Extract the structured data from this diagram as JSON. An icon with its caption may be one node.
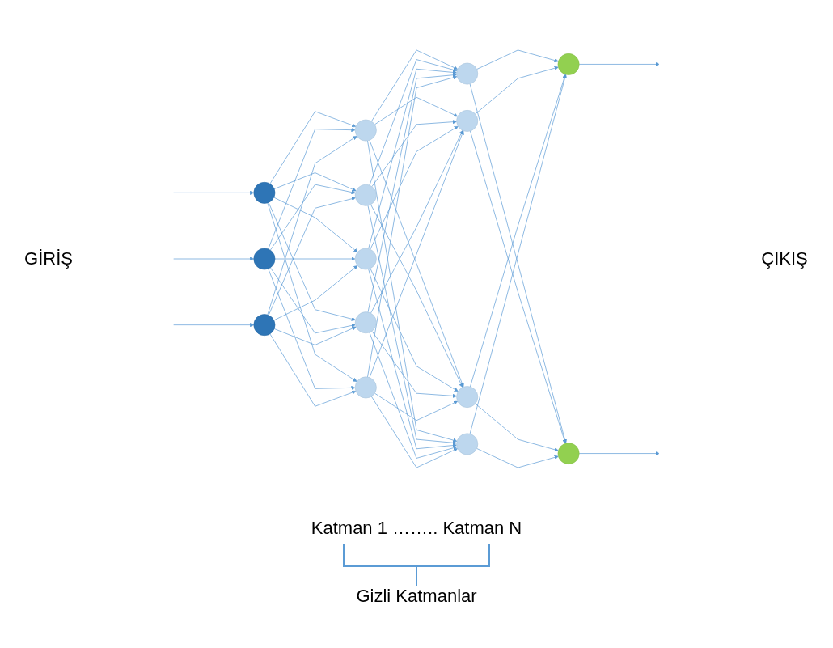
{
  "diagram": {
    "nodes": [
      {
        "text": [],
        "shape": "circle"
      },
      {
        "text": [],
        "shape": "circle"
      },
      {
        "text": [],
        "shape": "circle"
      },
      {
        "text": [],
        "shape": "circle"
      },
      {
        "text": [],
        "shape": "circle"
      },
      {
        "text": [],
        "shape": "circle"
      },
      {
        "text": [],
        "shape": "circle"
      },
      {
        "text": [],
        "shape": "circle"
      },
      {
        "text": [],
        "shape": "circle"
      },
      {
        "text": [],
        "shape": "circle"
      },
      {
        "text": [],
        "shape": "circle"
      },
      {
        "text": [],
        "shape": "circle"
      },
      {
        "text": [],
        "shape": "circle"
      },
      {
        "text": [],
        "shape": "circle"
      }
    ],
    "edges": [
      {
        "from": null,
        "to": 0,
        "arrow": "to"
      },
      {
        "from": null,
        "to": 1,
        "arrow": "to"
      },
      {
        "from": null,
        "to": 2,
        "arrow": "to"
      },
      {
        "from": 0,
        "to": 3,
        "arrow": "to"
      },
      {
        "from": 0,
        "to": 4,
        "arrow": "to"
      },
      {
        "from": 0,
        "to": 5,
        "arrow": "to"
      },
      {
        "from": 0,
        "to": 6,
        "arrow": "to"
      },
      {
        "from": 0,
        "to": 7,
        "arrow": "to"
      },
      {
        "from": 1,
        "to": 3,
        "arrow": "to"
      },
      {
        "from": 1,
        "to": 4,
        "arrow": "to"
      },
      {
        "from": 1,
        "to": 5,
        "arrow": "to"
      },
      {
        "from": 1,
        "to": 6,
        "arrow": "to"
      },
      {
        "from": 1,
        "to": 7,
        "arrow": "to"
      },
      {
        "from": 2,
        "to": 3,
        "arrow": "to"
      },
      {
        "from": 2,
        "to": 4,
        "arrow": "to"
      },
      {
        "from": 2,
        "to": 5,
        "arrow": "to"
      },
      {
        "from": 2,
        "to": 6,
        "arrow": "to"
      },
      {
        "from": 2,
        "to": 7,
        "arrow": "to"
      },
      {
        "from": 3,
        "to": 8,
        "arrow": "to"
      },
      {
        "from": 3,
        "to": 9,
        "arrow": "to"
      },
      {
        "from": 3,
        "to": 10,
        "arrow": "to"
      },
      {
        "from": 3,
        "to": 11,
        "arrow": "to"
      },
      {
        "from": 4,
        "to": 8,
        "arrow": "to"
      },
      {
        "from": 4,
        "to": 9,
        "arrow": "to"
      },
      {
        "from": 4,
        "to": 10,
        "arrow": "to"
      },
      {
        "from": 4,
        "to": 11,
        "arrow": "to"
      },
      {
        "from": 5,
        "to": 8,
        "arrow": "to"
      },
      {
        "from": 5,
        "to": 9,
        "arrow": "to"
      },
      {
        "from": 5,
        "to": 10,
        "arrow": "to"
      },
      {
        "from": 5,
        "to": 11,
        "arrow": "to"
      },
      {
        "from": 6,
        "to": 8,
        "arrow": "to"
      },
      {
        "from": 6,
        "to": 9,
        "arrow": "to"
      },
      {
        "from": 6,
        "to": 10,
        "arrow": "to"
      },
      {
        "from": 6,
        "to": 11,
        "arrow": "to"
      },
      {
        "from": 7,
        "to": 8,
        "arrow": "to"
      },
      {
        "from": 7,
        "to": 9,
        "arrow": "to"
      },
      {
        "from": 7,
        "to": 10,
        "arrow": "to"
      },
      {
        "from": 7,
        "to": 11,
        "arrow": "to"
      },
      {
        "from": 8,
        "to": 12,
        "arrow": "to"
      },
      {
        "from": 8,
        "to": 13,
        "arrow": "to"
      },
      {
        "from": 9,
        "to": 12,
        "arrow": "to"
      },
      {
        "from": 9,
        "to": 13,
        "arrow": "to"
      },
      {
        "from": 10,
        "to": 12,
        "arrow": "to"
      },
      {
        "from": 10,
        "to": 13,
        "arrow": "to"
      },
      {
        "from": 11,
        "to": 12,
        "arrow": "to"
      },
      {
        "from": 11,
        "to": 13,
        "arrow": "to"
      },
      {
        "from": 12,
        "to": null,
        "arrow": "to"
      },
      {
        "from": 13,
        "to": null,
        "arrow": "to"
      }
    ],
    "labels": [
      "GİRİŞ",
      "ÇIKIŞ",
      "Katman 1 …….. Katman N",
      "Gizli Katmanlar"
    ]
  }
}
